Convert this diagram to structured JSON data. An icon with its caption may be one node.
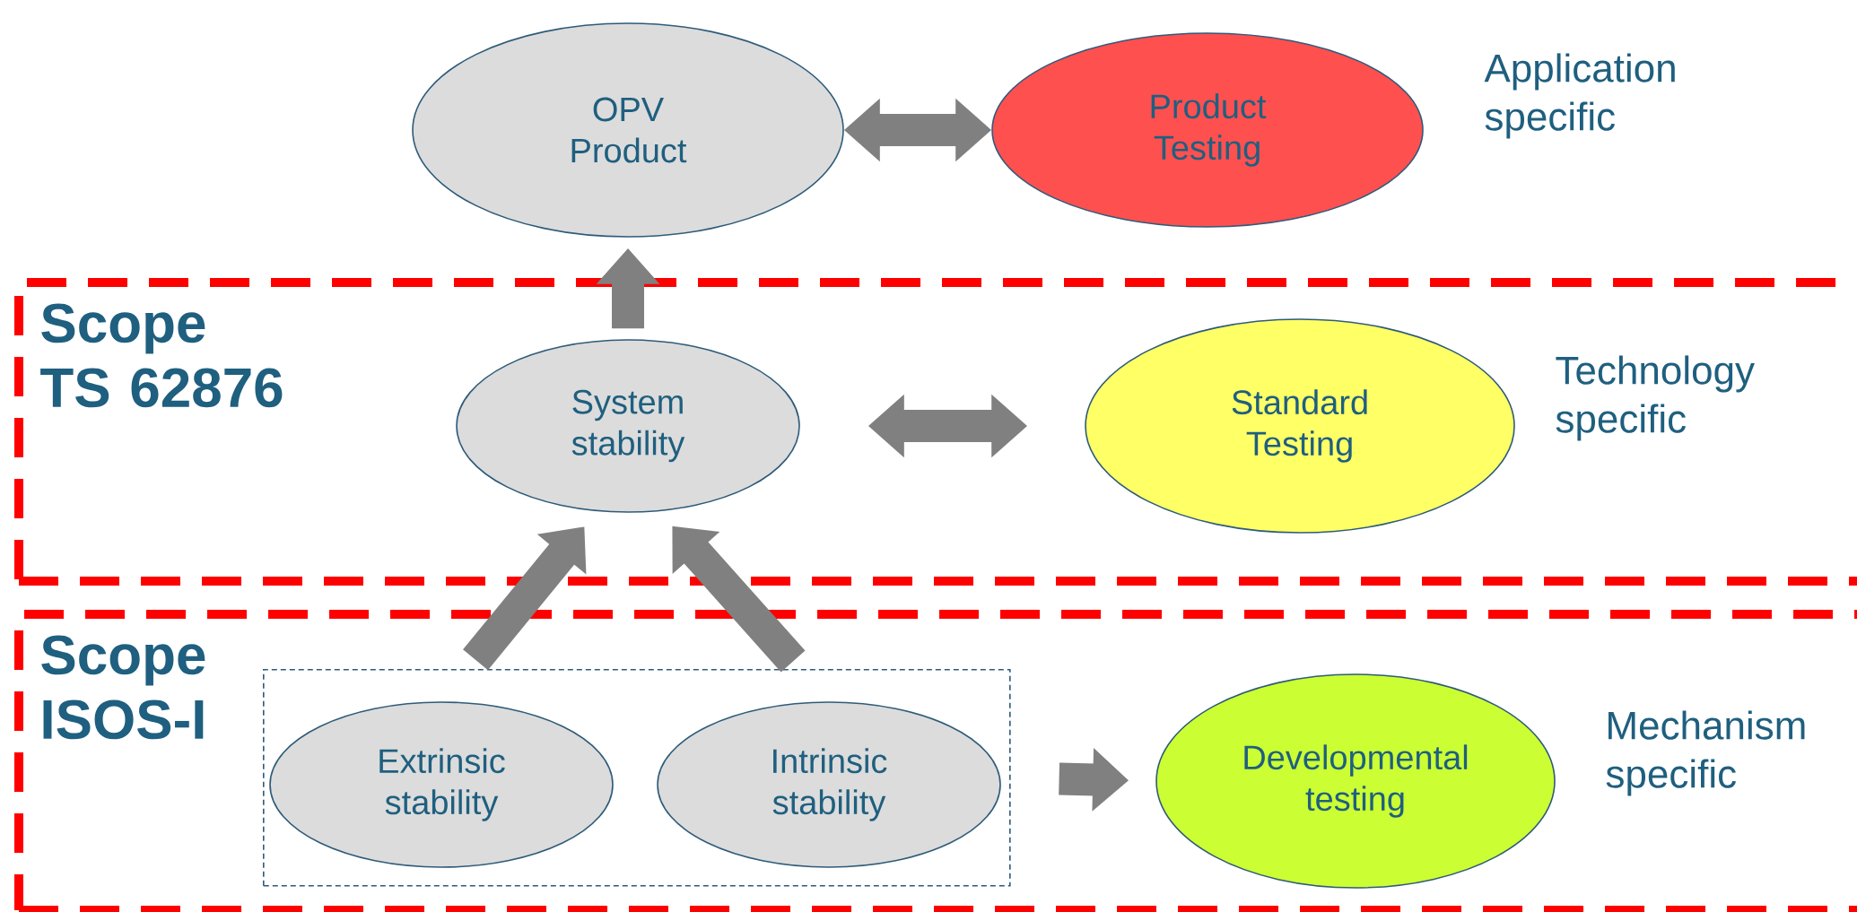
{
  "diagram": {
    "nodes": [
      {
        "text": [
          "OPV Product"
        ]
      },
      {
        "text": [
          "Product Testing"
        ]
      },
      {
        "text": [
          "Scope TS 62876"
        ]
      },
      {
        "text": [
          "System stability"
        ],
        "in": 2
      },
      {
        "text": [
          "Standard Testing"
        ],
        "in": 2
      },
      {
        "text": [
          "Scope ISOS-I"
        ]
      },
      {
        "text": [],
        "shape": "box",
        "in": 5
      },
      {
        "text": [
          "Extrinsic stability"
        ],
        "in": 6
      },
      {
        "text": [
          "Intrinsic stability"
        ],
        "in": 6
      },
      {
        "text": [
          "Developmental testing"
        ],
        "in": 5
      }
    ],
    "edges": [
      {
        "from": 0,
        "to": 1,
        "arrow": "both"
      },
      {
        "from": 3,
        "to": 0,
        "arrow": "to"
      },
      {
        "from": 3,
        "to": 4,
        "arrow": "both"
      },
      {
        "from": 7,
        "to": 3,
        "arrow": "to"
      },
      {
        "from": 8,
        "to": 3,
        "arrow": "to"
      },
      {
        "from": 6,
        "to": 9,
        "arrow": "to"
      }
    ],
    "labels": [
      "Application specific",
      "Technology specific",
      "Mechanism specific"
    ]
  }
}
